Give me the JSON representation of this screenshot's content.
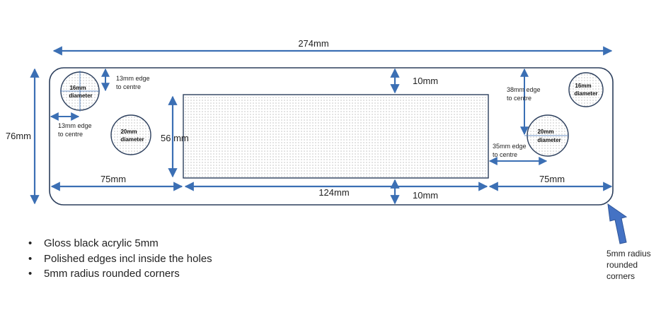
{
  "dimensions": {
    "overall_width": "274mm",
    "overall_height": "76mm",
    "window_height": "56 mm",
    "top_margin": "10mm",
    "bottom_margin": "10mm",
    "left_span": "75mm",
    "window_width": "124mm",
    "right_span": "75mm"
  },
  "holes": {
    "top_left": {
      "size": "16mm",
      "unit": "diameter",
      "edge_top_line1": "13mm edge",
      "edge_top_line2": "to centre",
      "edge_left_line1": "13mm edge",
      "edge_left_line2": "to centre"
    },
    "mid_left": {
      "size": "20mm",
      "unit": "diameter"
    },
    "top_right": {
      "size": "16mm",
      "unit": "diameter"
    },
    "mid_right": {
      "size": "20mm",
      "unit": "diameter",
      "edge_top_line1": "38mm edge",
      "edge_top_line2": "to centre",
      "edge_side_line1": "35mm edge",
      "edge_side_line2": "to centre"
    }
  },
  "notes": [
    "Gloss black acrylic 5mm",
    "Polished edges incl inside the holes",
    "5mm radius rounded corners"
  ],
  "corner_note": "5mm radius rounded corners",
  "colors": {
    "dimension_line": "#3b6fb4",
    "outline": "#2b3e5c",
    "callout_arrow": "#4472c4"
  }
}
